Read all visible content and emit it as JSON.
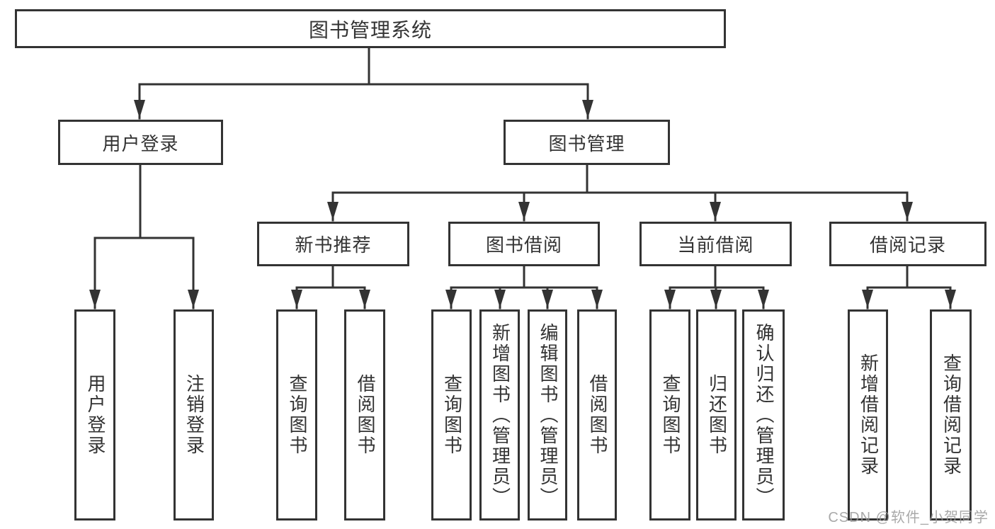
{
  "nodes": {
    "root": "图书管理系统",
    "branches": {
      "user_login": "用户登录",
      "book_management": "图书管理"
    },
    "modules": {
      "new_book_recommend": "新书推荐",
      "book_borrowing": "图书借阅",
      "current_borrowing": "当前借阅",
      "borrowing_records": "借阅记录"
    },
    "leaves": {
      "user_login": "用户登录",
      "logout": "注销登录",
      "recommend_query_books": "查询图书",
      "recommend_borrow_books": "借阅图书",
      "borrowing_query_books": "查询图书",
      "borrowing_add_books_admin": "新增图书（管理员）",
      "borrowing_edit_books_admin": "编辑图书（管理员）",
      "borrowing_borrow_books": "借阅图书",
      "current_query_books": "查询图书",
      "current_return_books": "归还图书",
      "current_confirm_return_admin": "确认归还（管理员）",
      "records_add_record": "新增借阅记录",
      "records_query_record": "查询借阅记录"
    }
  },
  "watermark": "CSDN @软件_小贺同学",
  "colors": {
    "line": "#333333",
    "text": "#333333",
    "box_background": "#ffffff",
    "watermark": "#9b9b9b",
    "background": "#ffffff"
  }
}
